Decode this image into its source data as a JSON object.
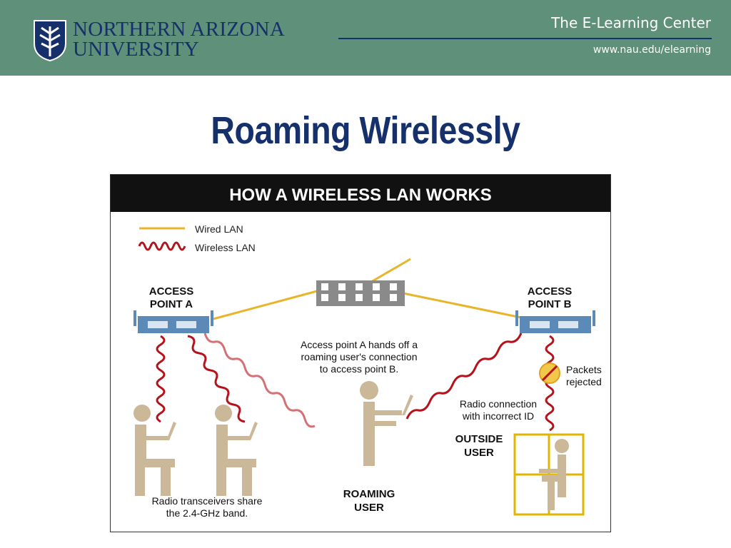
{
  "header": {
    "university_line1": "NORTHERN ARIZONA",
    "university_line2": "UNIVERSITY",
    "center_title": "The E-Learning Center",
    "center_url": "www.nau.edu/elearning",
    "logo_icon": "nau-shield-logo-icon"
  },
  "slide": {
    "title": "Roaming Wirelessly"
  },
  "diagram": {
    "banner": "HOW A WIRELESS LAN WORKS",
    "legend": {
      "wired": "Wired LAN",
      "wireless": "Wireless LAN"
    },
    "access_point_a": [
      "ACCESS",
      "POINT A"
    ],
    "access_point_b": [
      "ACCESS",
      "POINT B"
    ],
    "handoff_note": [
      "Access point A hands off a",
      "roaming user's connection",
      "to access point B."
    ],
    "packets_note": [
      "Packets",
      "rejected"
    ],
    "radio_note": [
      "Radio connection",
      "with incorrect ID"
    ],
    "outside_user": [
      "OUTSIDE",
      "USER"
    ],
    "roaming_user": [
      "ROAMING",
      "USER"
    ],
    "transceivers_note": [
      "Radio transceivers share",
      "the 2.4-GHz band."
    ],
    "colors": {
      "wired": "#e8b52a",
      "wireless": "#b5121b",
      "hub": "#8a8a8a",
      "access_point": "#5c8ab8",
      "person": "#cbb898",
      "banner": "#111111"
    }
  }
}
